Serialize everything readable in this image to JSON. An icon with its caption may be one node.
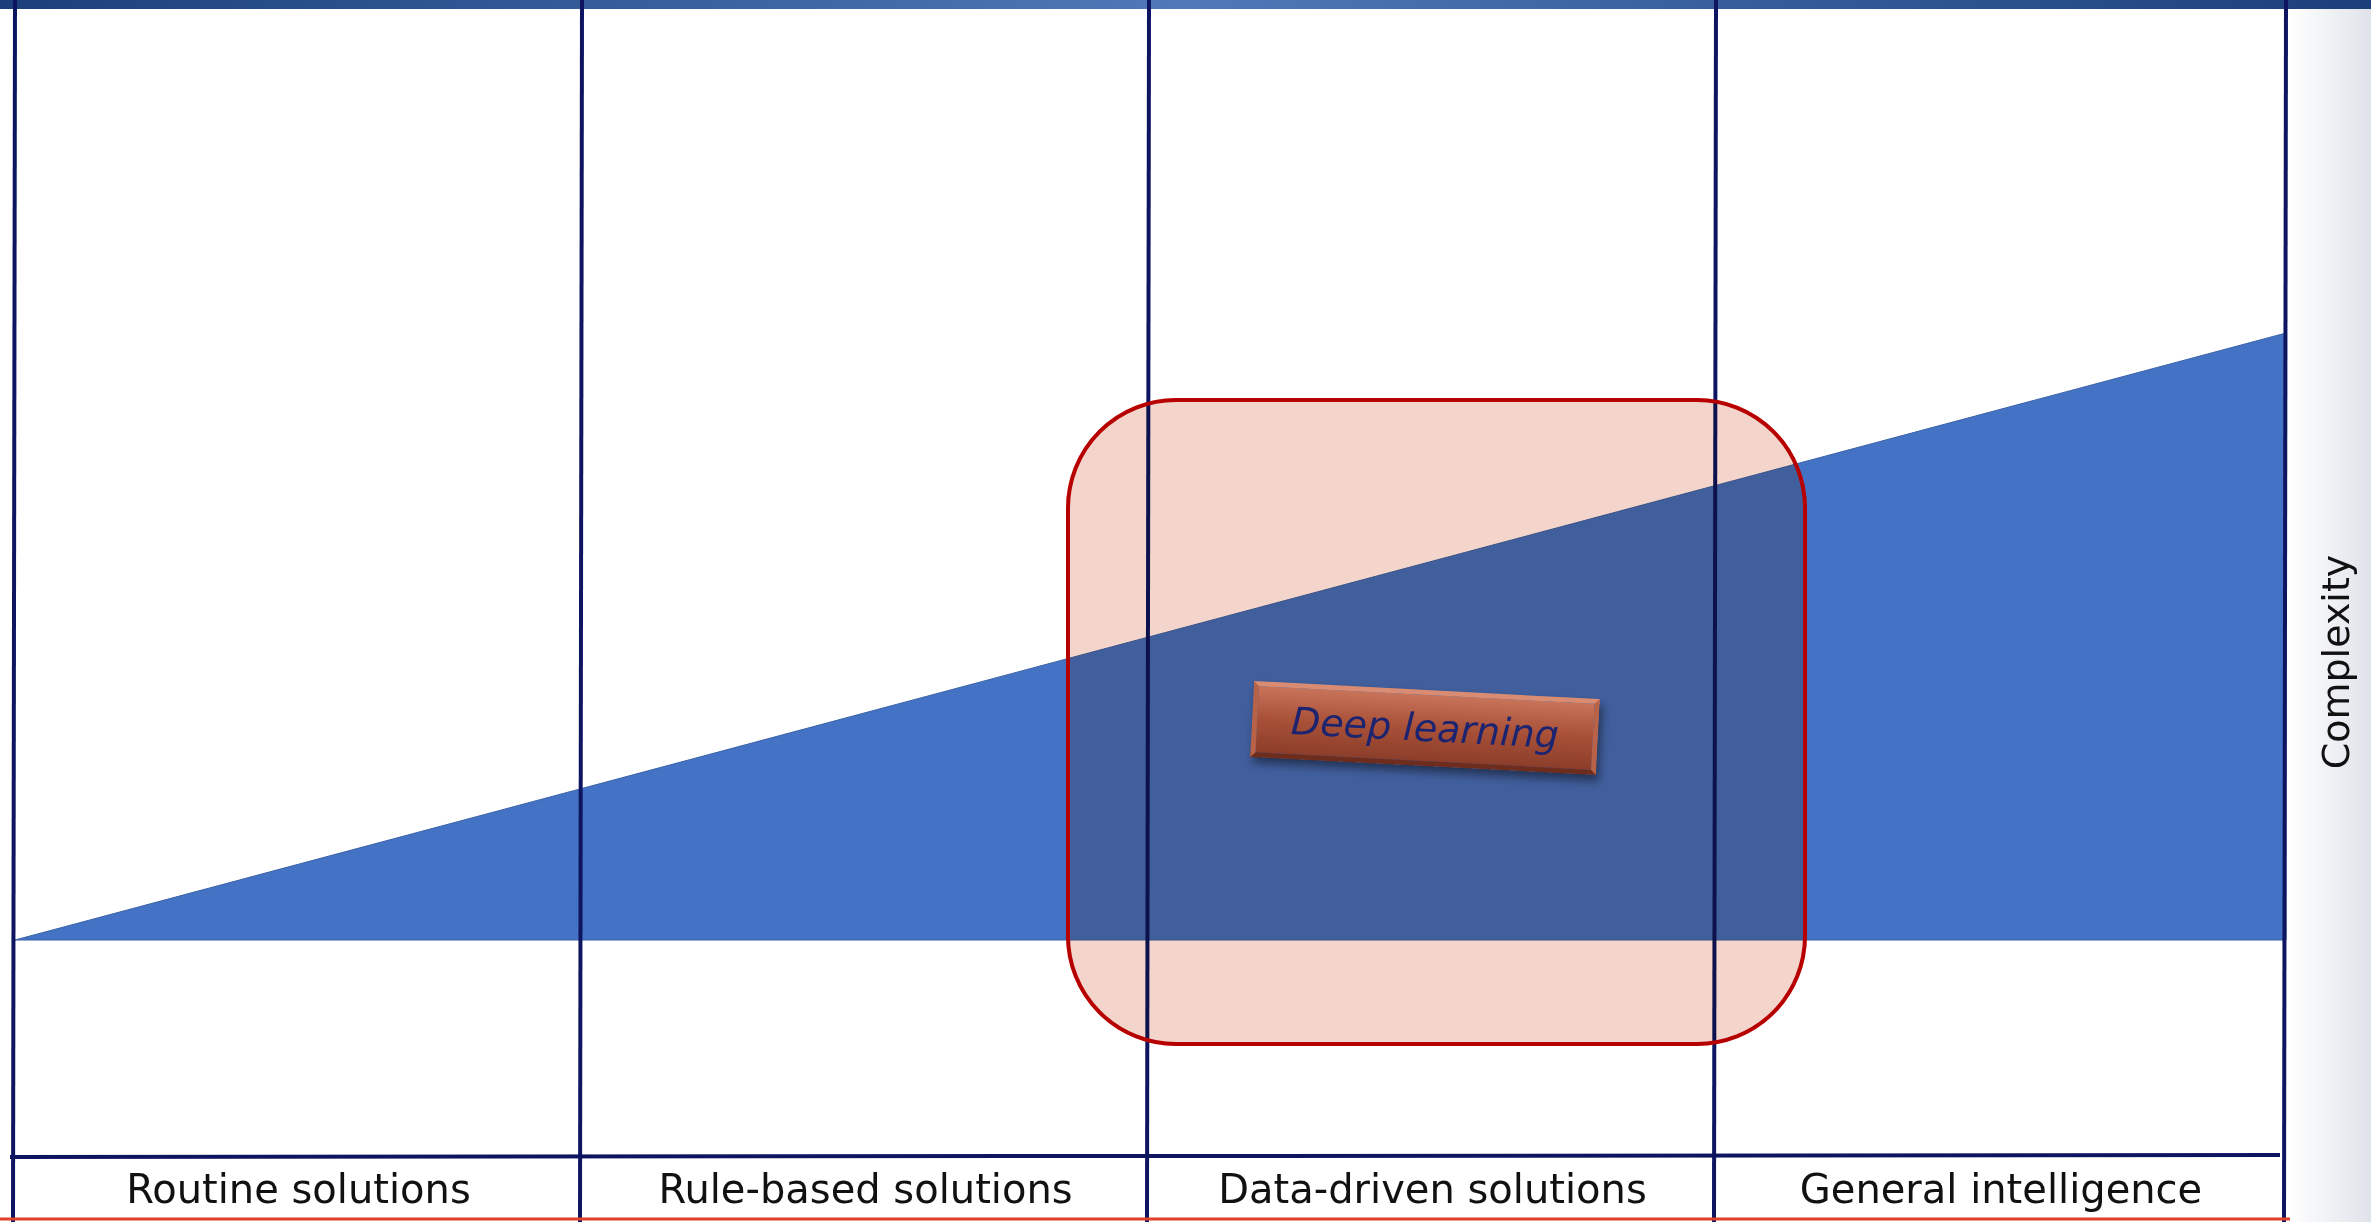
{
  "diagram": {
    "nodes": [
      {
        "text": [],
        "shape": "box"
      },
      {
        "text": [
          "Deep learning"
        ],
        "in": 0
      }
    ],
    "labels": [
      "Routine solutions",
      "Rule-based solutions",
      "Data-driven solutions",
      "General intelligence",
      "Complexity"
    ]
  }
}
